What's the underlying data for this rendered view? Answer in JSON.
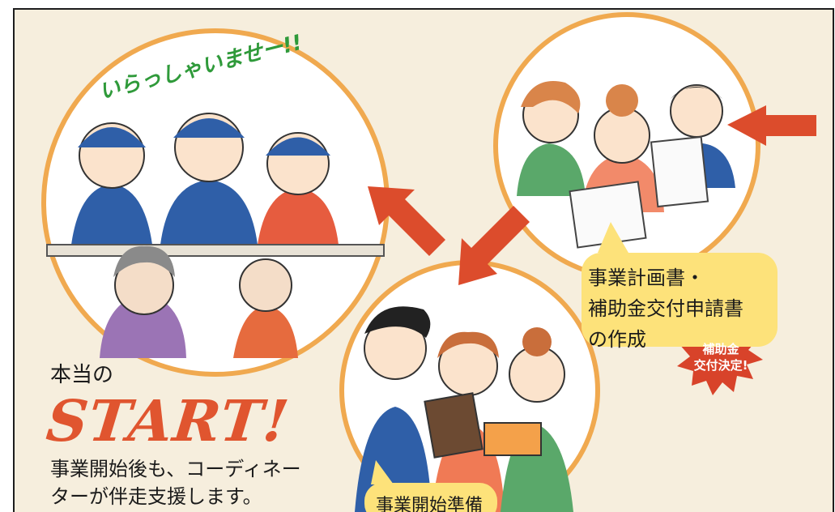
{
  "scene": {
    "greeting": "いらっしゃいませー!!",
    "start_prefix": "本当の",
    "start_word": "START!",
    "support_message": "事業開始後も、コーディネー\nターが伴走支援します。",
    "plan_bubble": "事業計画書・\n補助金交付申請書\nの作成",
    "approval_burst": "補助金\n交付決定!",
    "prep_bubble": "事業開始準備"
  },
  "colors": {
    "background": "#f6eedd",
    "circle_border": "#f0a94f",
    "arrow": "#dc4c2c",
    "bubble": "#fde27a",
    "start_text": "#e0552f",
    "burst": "#d8432a",
    "greeting_text": "#2f9a3a"
  },
  "icons": [
    "arrow-icon",
    "starburst-icon",
    "speech-bubble-icon"
  ]
}
